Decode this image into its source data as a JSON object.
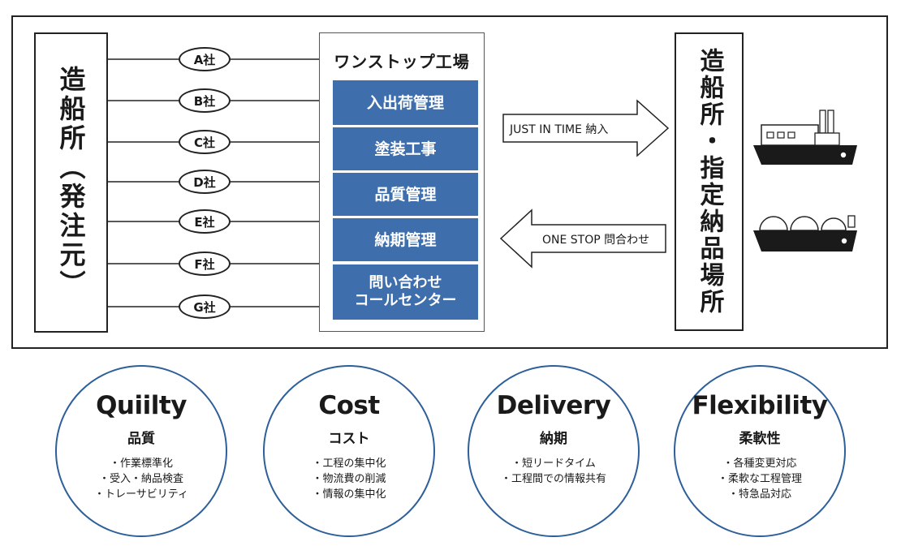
{
  "client": {
    "label": "造船所（発注元）"
  },
  "companies": [
    "A社",
    "B社",
    "C社",
    "D社",
    "E社",
    "F社",
    "G社"
  ],
  "factory": {
    "title": "ワンストップ工場",
    "items": [
      "入出荷管理",
      "塗装工事",
      "品質管理",
      "納期管理",
      "問い合わせ\nコールセンター"
    ]
  },
  "arrows": {
    "right_label": "JUST IN TIME 納入",
    "left_label": "ONE STOP 問合わせ"
  },
  "destination": {
    "label": "造船所・指定納品場所"
  },
  "ships": [
    "cargo-ship-icon",
    "lng-carrier-icon"
  ],
  "colors": {
    "accent_blue": "#3f6eac",
    "circle_border": "#2d5f9a",
    "ship_hull": "#1a1a1a"
  },
  "qcdf": [
    {
      "title": "Quiilty",
      "subtitle": "品質",
      "points": [
        "・作業標準化",
        "・受入・納品検査",
        "・トレーサビリティ"
      ]
    },
    {
      "title": "Cost",
      "subtitle": "コスト",
      "points": [
        "・工程の集中化",
        "・物流費の削減",
        "・情報の集中化"
      ]
    },
    {
      "title": "Delivery",
      "subtitle": "納期",
      "points": [
        "・短リードタイム",
        "・工程間での情報共有"
      ]
    },
    {
      "title": "Flexibility",
      "subtitle": "柔軟性",
      "points": [
        "・各種変更対応",
        "・柔軟な工程管理",
        "・特急品対応"
      ]
    }
  ]
}
